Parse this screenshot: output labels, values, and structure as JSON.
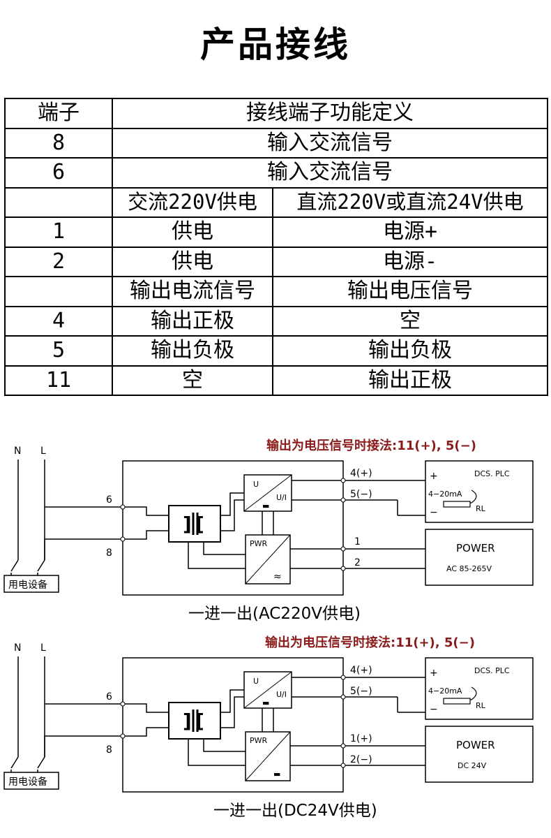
{
  "title": "产品接线",
  "table": {
    "header": {
      "terminal": "端子",
      "definition": "接线端子功能定义"
    },
    "rows_full": [
      {
        "terminal": "8",
        "text": "输入交流信号"
      },
      {
        "terminal": "6",
        "text": "输入交流信号"
      }
    ],
    "subheader": {
      "ac": "交流220V供电",
      "dc": "直流220V或直流24V供电"
    },
    "power_rows": [
      {
        "terminal": "1",
        "ac": "供电",
        "dc": "电源+"
      },
      {
        "terminal": "2",
        "ac": "供电",
        "dc": "电源-"
      }
    ],
    "output_subheader": {
      "ac": "输出电流信号",
      "dc": "输出电压信号"
    },
    "output_rows": [
      {
        "terminal": "4",
        "ac": "输出正极",
        "dc": "空"
      },
      {
        "terminal": "5",
        "ac": "输出负极",
        "dc": "输出负极"
      },
      {
        "terminal": "11",
        "ac": "空",
        "dc": "输出正极"
      }
    ]
  },
  "diagrams": [
    {
      "note": "输出为电压信号时接法:11(+), 5(−)",
      "n_label": "N",
      "l_label": "L",
      "t6": "6",
      "t8": "8",
      "t4": "4(+)",
      "t5": "5(−)",
      "t1": "1",
      "t2": "2",
      "u_label": "U",
      "ui_label": "U/I",
      "pwr_label": "PWR",
      "pwr_symbol": "≈",
      "dcs_plus": "+",
      "dcs_minus": "−",
      "dcs_label": "DCS. PLC",
      "ma_label": "4−20mA",
      "rl_label": "RL",
      "power_title": "POWER",
      "power_range": "AC 85-265V",
      "device_label": "用电设备",
      "caption": "一进一出(AC220V供电)"
    },
    {
      "note": "输出为电压信号时接法:11(+), 5(−)",
      "n_label": "N",
      "l_label": "L",
      "t6": "6",
      "t8": "8",
      "t4": "4(+)",
      "t5": "5(−)",
      "t1": "1(+)",
      "t2": "2(−)",
      "u_label": "U",
      "ui_label": "U/I",
      "pwr_label": "PWR",
      "pwr_symbol": "",
      "dcs_plus": "+",
      "dcs_minus": "−",
      "dcs_label": "DCS. PLC",
      "ma_label": "4−20mA",
      "rl_label": "RL",
      "power_title": "POWER",
      "power_range": "DC 24V",
      "device_label": "用电设备",
      "caption": "一进一出(DC24V供电)"
    }
  ]
}
